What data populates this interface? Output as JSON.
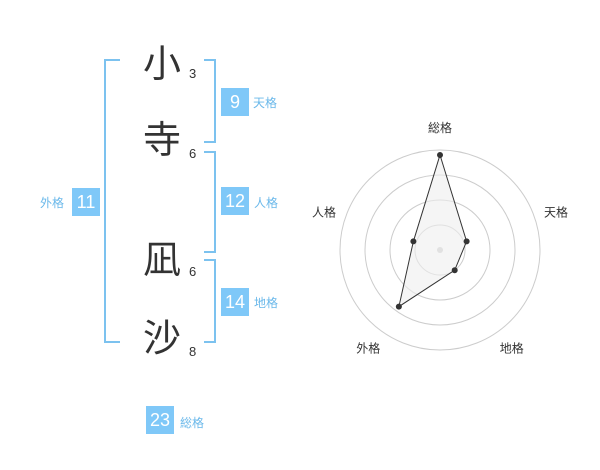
{
  "name": {
    "chars": [
      {
        "char": "小",
        "strokes": "3"
      },
      {
        "char": "寺",
        "strokes": "6"
      },
      {
        "char": "凪",
        "strokes": "6"
      },
      {
        "char": "沙",
        "strokes": "8"
      }
    ]
  },
  "scores": {
    "ten": {
      "value": "9",
      "label": "天格"
    },
    "jin": {
      "value": "12",
      "label": "人格"
    },
    "chi": {
      "value": "14",
      "label": "地格"
    },
    "gai": {
      "value": "11",
      "label": "外格"
    },
    "sou": {
      "value": "23",
      "label": "総格"
    }
  },
  "colors": {
    "accent": "#7fc8f8",
    "bracket": "#7cc2ef",
    "label": "#6ab8ea",
    "radar_ring": "#cccccc",
    "radar_fill": "#eeeeee",
    "radar_line": "#333333"
  },
  "chart_data": {
    "type": "radar",
    "axes": [
      "総格",
      "天格",
      "地格",
      "外格",
      "人格"
    ],
    "values": [
      0.95,
      0.28,
      0.25,
      0.7,
      0.28
    ],
    "range": [
      0,
      1
    ],
    "rings": 4,
    "grid": true
  }
}
